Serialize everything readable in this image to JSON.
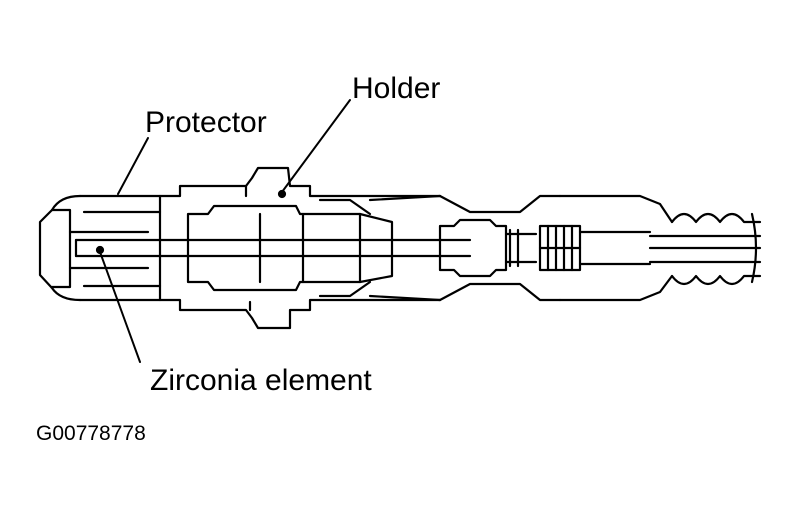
{
  "diagram": {
    "labels": {
      "holder": "Holder",
      "protector": "Protector",
      "zirconia": "Zirconia element"
    },
    "figure_code": "G00778778"
  },
  "colors": {
    "ink": "#000000",
    "paper": "#ffffff"
  }
}
